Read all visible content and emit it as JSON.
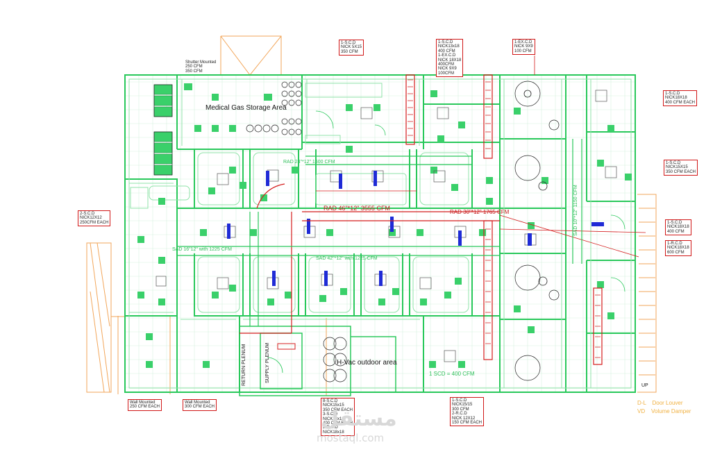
{
  "colors": {
    "wall": "#28c85a",
    "wall_light": "#8fe3a8",
    "supply_duct": "#1f2bd6",
    "exhaust_duct": "#d41c1c",
    "tile": "#cfeed8",
    "fixture": "#3ad06a",
    "orange_line": "#f2a65a",
    "legend": "#f0b040",
    "watermark": "#d6d6d6"
  },
  "rooms": {
    "medical_gas": "Medical Gas Storage Area",
    "hvac": "H-Vac outdoor area",
    "return_plenum": "RETURN PLENUM",
    "supply_plenum": "SUPPLY PLENUM"
  },
  "duct_labels": {
    "rad_main": "RAD 46\"*12\" 3555 CFM",
    "rad_right": "RAD 30\"*12\" 1765 CFM",
    "rad_top": "RAD 24\"*12\" 1600 CFM",
    "sad_left": "SAD 16\"12\" with 1225 CFM",
    "sad_mid": "SAD 42\"*12\" with 1225 CFM",
    "scd": "1 SCD = 400 CFM",
    "vertical": "SAD 10\"*12\" 1150 CFM"
  },
  "callouts": {
    "shutter": "Shutter Mounted\n250 CFM\n350 CFM",
    "c1": "1-S.C.D\nNICK 5X15\n350 CFM",
    "c2": "1-S.C.D\nNICK13x18\n400 CFM\n1-EX.C.D\nNICK 18X18\n400CFM\nNICK 9X9\n100CFM",
    "c3": "1-EX.C.D\nNICK 9X9\n100 CFM",
    "c4": "1-S.C.D\nNICK18X18\n400 CFM EACH",
    "c5": "1-S.C.D\nNICK15X15\n350 CFM EACH",
    "c6": "2-S.C.D\nNICK12X12\n250CFM EACH",
    "c7": "1-S.C.D\nNICK18X18\n400 CFM",
    "c8": "1-R.C.D\nNICK18X18\n600 CFM",
    "c9": "Wall Mounted\n250 CFM EACH",
    "c10": "Wall Mounted\n300 CFM EACH",
    "c11": "8-S.C.D\nNICK15x15\n350 CFM EACH\n3-S.C.D\nNICK18x18\n400 CFM EACH\n2-R.C.D\nNICK18x18",
    "c12": "1-S.C.D\nNICK15/15\n300 CFM\n2-R.C.D\nNICK 12X12\n150 CFM EACH"
  },
  "legend": {
    "line1": "D-L    Door Louver",
    "line2": "VD    Volume Damper"
  },
  "up_label": "UP",
  "watermark": {
    "arabic": "مستقل",
    "latin": "mostaql.com"
  }
}
